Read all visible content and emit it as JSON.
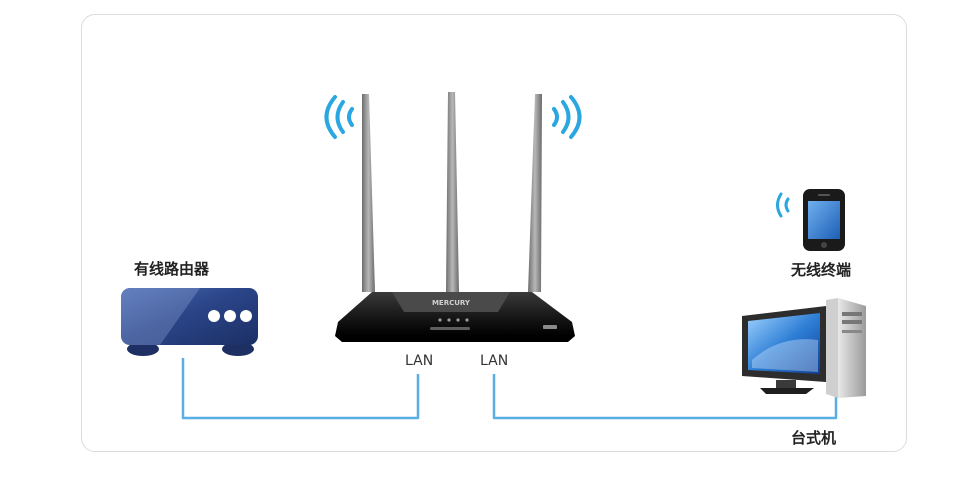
{
  "nodes": {
    "upstream_router": {
      "label": "有线路由器"
    },
    "wireless_terminal": {
      "label": "无线终端"
    },
    "desktop": {
      "label": "台式机"
    },
    "router": {
      "brand": "MERCURY"
    }
  },
  "ports": {
    "lan_left": "LAN",
    "lan_right": "LAN"
  },
  "colors": {
    "cable": "#5aaee6",
    "wifi": "#2aa7e0",
    "upstream_body": "#243b7a",
    "router_body": "#1b1b1b"
  }
}
